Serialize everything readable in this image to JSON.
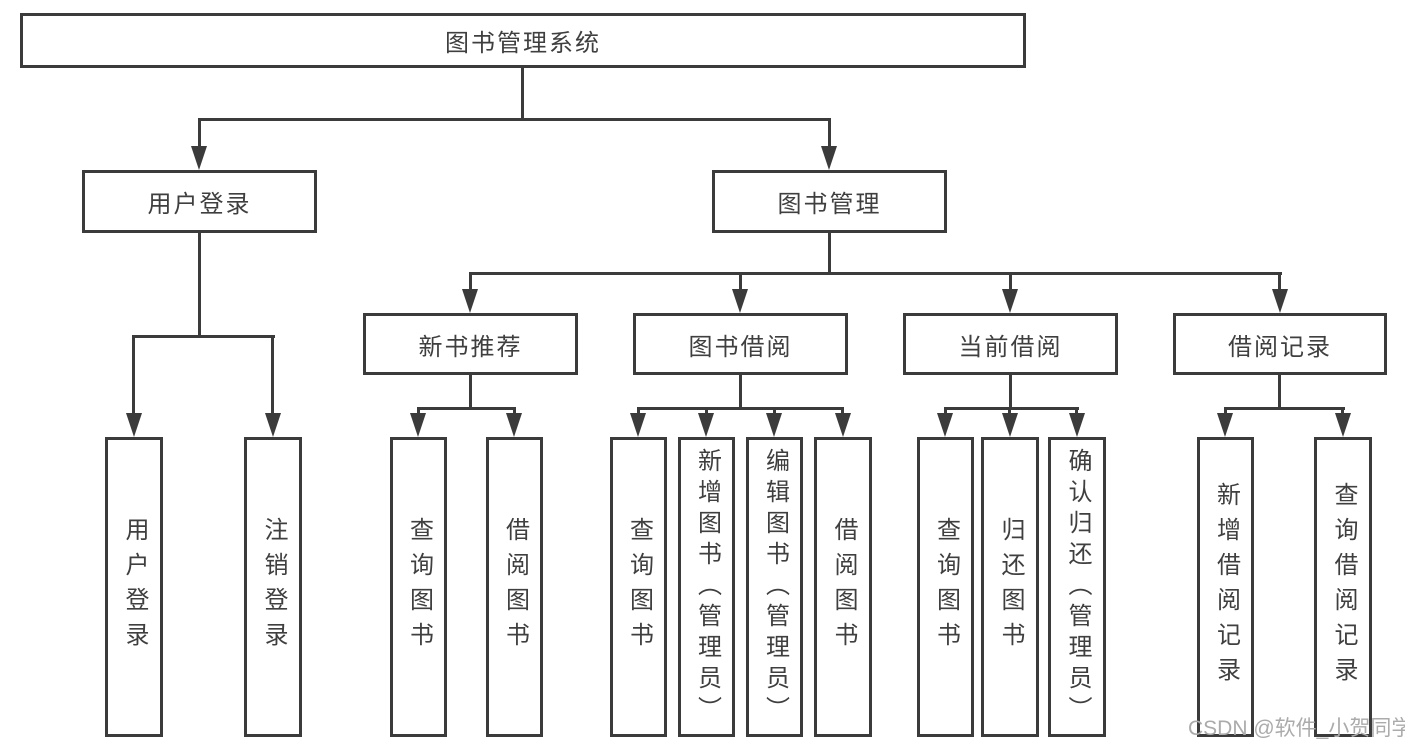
{
  "diagram_title": "图书管理系统",
  "watermark": "CSDN @软件_小贺同学",
  "colors": {
    "line": "#3b3b3b",
    "text": "#3f3f3f",
    "watermark": "#ababab",
    "background": "#ffffff"
  },
  "nodes": {
    "root": {
      "label": "图书管理系统",
      "level": 1
    },
    "user_login": {
      "label": "用户登录",
      "level": 2,
      "parent": "root"
    },
    "book_mgmt": {
      "label": "图书管理",
      "level": 2,
      "parent": "root"
    },
    "new_book_rec": {
      "label": "新书推荐",
      "level": 3,
      "parent": "book_mgmt"
    },
    "book_borrow": {
      "label": "图书借阅",
      "level": 3,
      "parent": "book_mgmt"
    },
    "current_borrow": {
      "label": "当前借阅",
      "level": 3,
      "parent": "book_mgmt"
    },
    "borrow_records": {
      "label": "借阅记录",
      "level": 3,
      "parent": "book_mgmt"
    },
    "leaf_user_login": {
      "label": "用户登录",
      "level": 4,
      "parent": "user_login"
    },
    "leaf_logout": {
      "label": "注销登录",
      "level": 4,
      "parent": "user_login"
    },
    "leaf_query_book_1": {
      "label": "查询图书",
      "level": 4,
      "parent": "new_book_rec"
    },
    "leaf_borrow_book_1": {
      "label": "借阅图书",
      "level": 4,
      "parent": "new_book_rec"
    },
    "leaf_query_book_2": {
      "label": "查询图书",
      "level": 4,
      "parent": "book_borrow"
    },
    "leaf_add_book": {
      "label": "新增图书（管理员）",
      "level": 4,
      "parent": "book_borrow"
    },
    "leaf_edit_book": {
      "label": "编辑图书（管理员）",
      "level": 4,
      "parent": "book_borrow"
    },
    "leaf_borrow_book_2": {
      "label": "借阅图书",
      "level": 4,
      "parent": "book_borrow"
    },
    "leaf_query_book_3": {
      "label": "查询图书",
      "level": 4,
      "parent": "current_borrow"
    },
    "leaf_return_book": {
      "label": "归还图书",
      "level": 4,
      "parent": "current_borrow"
    },
    "leaf_confirm_return": {
      "label": "确认归还（管理员）",
      "level": 4,
      "parent": "current_borrow"
    },
    "leaf_add_record": {
      "label": "新增借阅记录",
      "level": 4,
      "parent": "borrow_records"
    },
    "leaf_query_record": {
      "label": "查询借阅记录",
      "level": 4,
      "parent": "borrow_records"
    }
  }
}
